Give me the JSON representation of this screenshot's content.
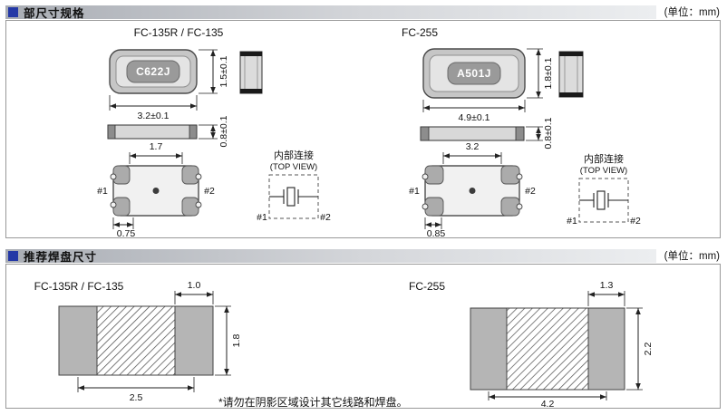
{
  "colors": {
    "accent_blue": "#2438a6",
    "header_bar_from": "#a9adb4",
    "header_bar_to": "#eceef0",
    "pad_gray": "#b5b5b5",
    "chip_gray": "#9a9a9a",
    "line": "#222222"
  },
  "sections": {
    "outline": {
      "title": "部尺寸规格",
      "unit": "(单位：mm)",
      "left": {
        "model": "FC-135R / FC-135",
        "chip_label": "C622J",
        "dims": {
          "width": "3.2±0.1",
          "height": "1.5±0.1",
          "thickness": "0.8±0.1",
          "pad_span": "1.7",
          "pad_width": "0.75"
        },
        "pins": {
          "p1": "#1",
          "p2": "#2"
        },
        "internal": {
          "title": "内部连接",
          "subtitle": "(TOP VIEW)",
          "p1": "#1",
          "p2": "#2"
        }
      },
      "right": {
        "model": "FC-255",
        "chip_label": "A501J",
        "dims": {
          "width": "4.9±0.1",
          "height": "1.8±0.1",
          "thickness": "0.8±0.1",
          "pad_span": "3.2",
          "pad_width": "0.85"
        },
        "pins": {
          "p1": "#1",
          "p2": "#2"
        },
        "internal": {
          "title": "内部连接",
          "subtitle": "(TOP VIEW)",
          "p1": "#1",
          "p2": "#2"
        }
      }
    },
    "land": {
      "title": "推荐焊盘尺寸",
      "unit": "(单位：mm)",
      "left": {
        "model": "FC-135R / FC-135",
        "pad_width": "1.0",
        "pad_height": "1.8",
        "pitch": "2.5"
      },
      "right": {
        "model": "FC-255",
        "pad_width": "1.3",
        "pad_height": "2.2",
        "pitch": "4.2"
      },
      "note": "*请勿在阴影区域设计其它线路和焊盘。"
    }
  }
}
